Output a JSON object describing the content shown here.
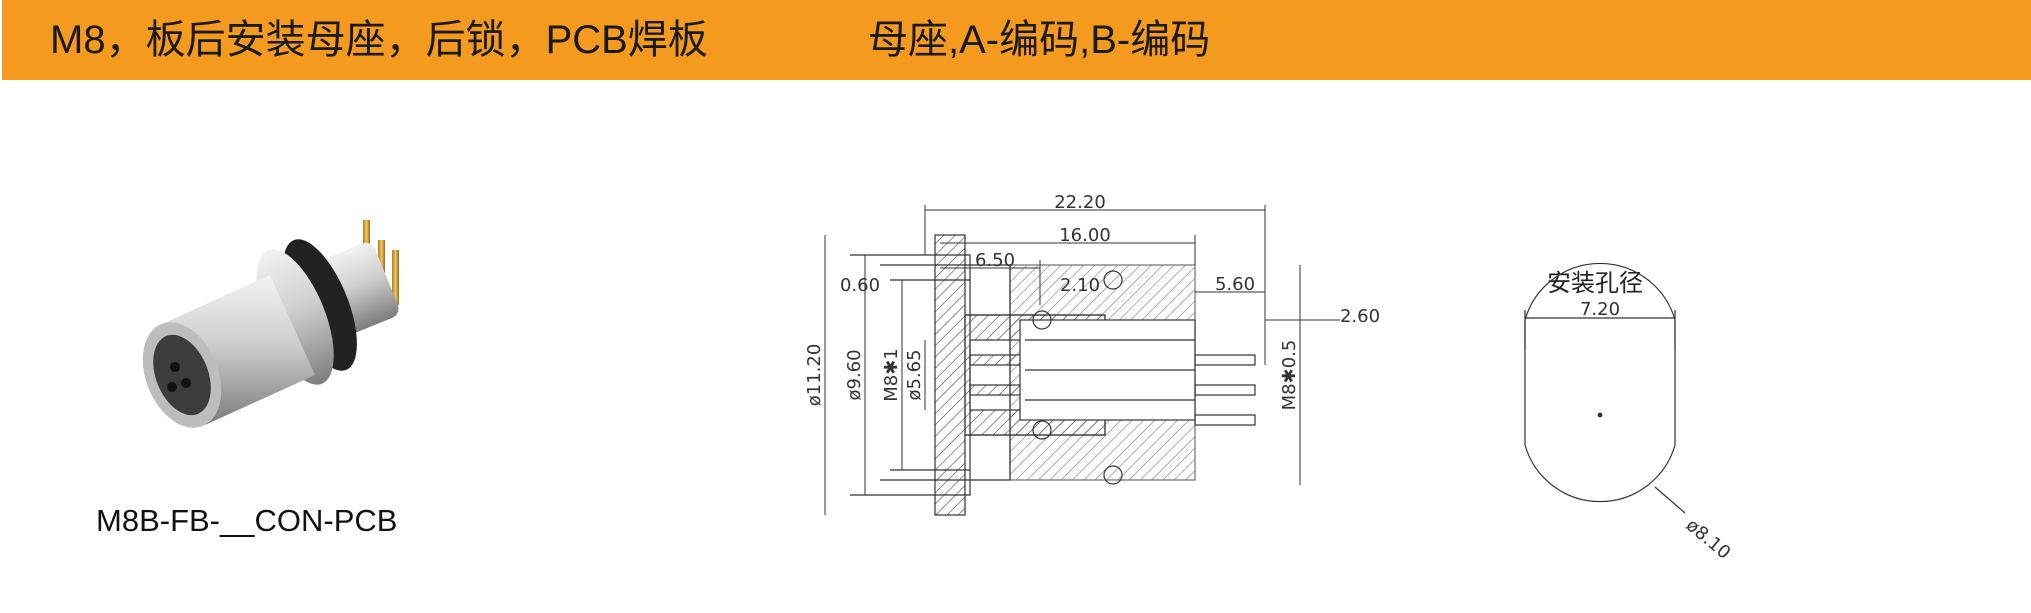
{
  "header": {
    "title": "M8，板后安装母座，后锁，PCB焊板",
    "subtitle": "母座,A-编码,B-编码",
    "background_color": "#F39A1F"
  },
  "product": {
    "part_number": "M8B-FB-__CON-PCB"
  },
  "drawing": {
    "dimensions": {
      "overall_length": "22.20",
      "body_length": "16.00",
      "front_length": "6.50",
      "flange_offset": "0.60",
      "groove": "2.10",
      "pin_extension": "5.60",
      "pin_spacing": "2.60",
      "flange_diameter": "ø11.20",
      "front_diameter": "ø9.60",
      "socket_thread": "M8✱1",
      "insert_diameter": "ø5.65",
      "rear_thread": "M8✱0.5"
    }
  },
  "mounting_hole": {
    "label": "安装孔径",
    "flat_width": "7.20",
    "diameter": "ø8.10"
  }
}
